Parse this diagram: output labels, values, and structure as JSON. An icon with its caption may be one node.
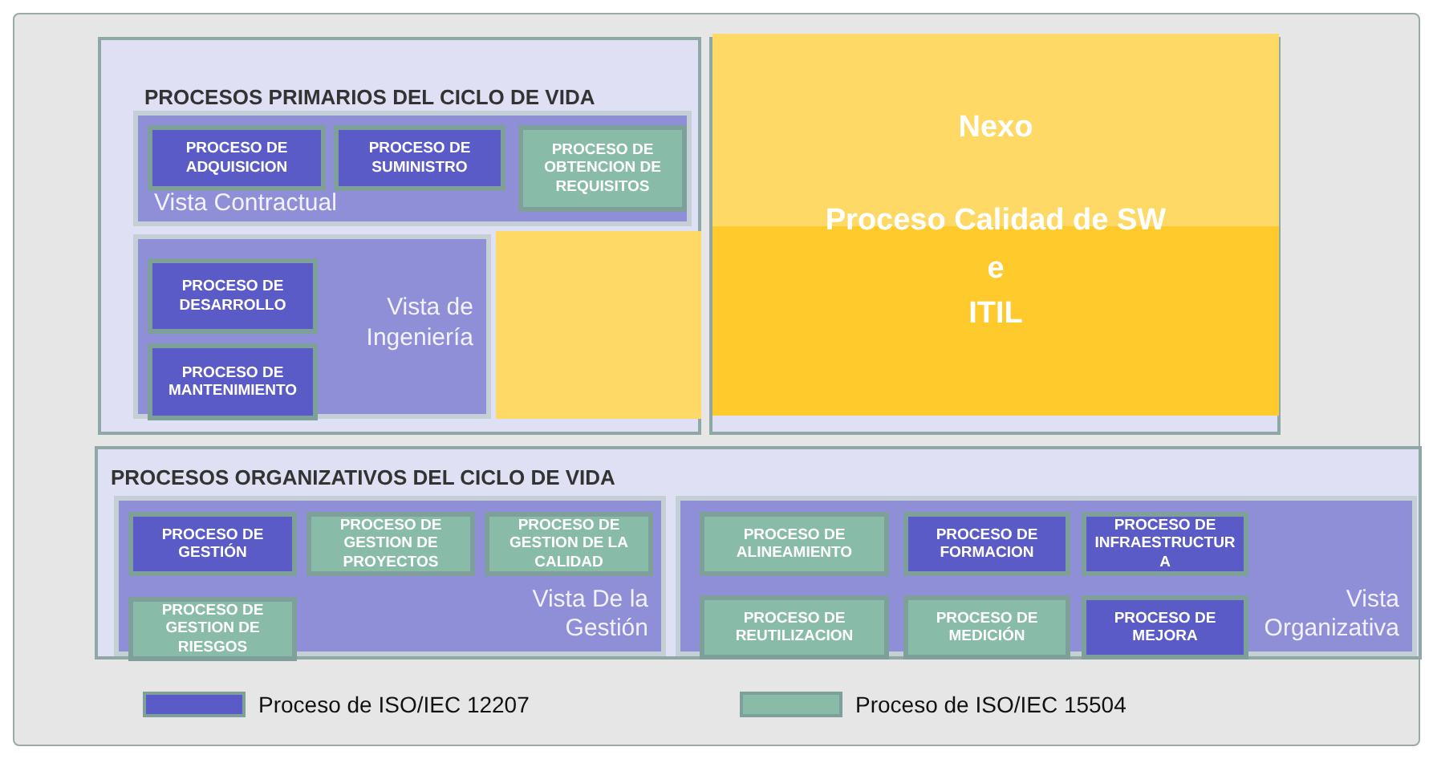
{
  "diagram": {
    "nodes": [
      {
        "text": [
          "PROCESOS PRIMARIOS DEL CICLO DE VIDA"
        ]
      },
      {
        "text": [
          "Vista Contractual"
        ],
        "in": 0
      },
      {
        "text": [
          "PROCESO DE ADQUISICION"
        ],
        "in": 1
      },
      {
        "text": [
          "PROCESO DE SUMINISTRO"
        ],
        "in": 1
      },
      {
        "text": [
          "PROCESO DE OBTENCION DE REQUISITOS"
        ],
        "in": 1
      },
      {
        "text": [
          "Vista de Ingeniería"
        ],
        "in": 0
      },
      {
        "text": [
          "PROCESO DE DESARROLLO"
        ],
        "in": 5
      },
      {
        "text": [
          "PROCESO DE MANTENIMIENTO"
        ],
        "in": 5
      },
      {
        "text": [
          "Nexo",
          "Proceso Calidad de SW",
          "e",
          "ITIL"
        ]
      },
      {
        "text": [
          "PROCESOS ORGANIZATIVOS DEL CICLO DE VIDA"
        ]
      },
      {
        "text": [
          "Vista De la Gestión"
        ],
        "in": 9
      },
      {
        "text": [
          "PROCESO DE GESTIÓN"
        ],
        "in": 10
      },
      {
        "text": [
          "PROCESO DE GESTION DE PROYECTOS"
        ],
        "in": 10
      },
      {
        "text": [
          "PROCESO DE GESTION DE LA CALIDAD"
        ],
        "in": 10
      },
      {
        "text": [
          "PROCESO DE GESTION DE RIESGOS"
        ],
        "in": 10
      },
      {
        "text": [
          "Vista Organizativa"
        ],
        "in": 9
      },
      {
        "text": [
          "PROCESO DE ALINEAMIENTO"
        ],
        "in": 15
      },
      {
        "text": [
          "PROCESO DE FORMACION"
        ],
        "in": 15
      },
      {
        "text": [
          "PROCESO DE INFRAESTRUCTURA"
        ],
        "in": 15
      },
      {
        "text": [
          "PROCESO DE REUTILIZACION"
        ],
        "in": 15
      },
      {
        "text": [
          "PROCESO DE MEDICIÓN"
        ],
        "in": 15
      },
      {
        "text": [
          "PROCESO DE MEJORA"
        ],
        "in": 15
      }
    ],
    "legend": [
      {
        "text": "Proceso de ISO/IEC 12207",
        "color": "#5b5bc8"
      },
      {
        "text": "Proceso de ISO/IEC 15504",
        "color": "#88bca9"
      }
    ]
  }
}
